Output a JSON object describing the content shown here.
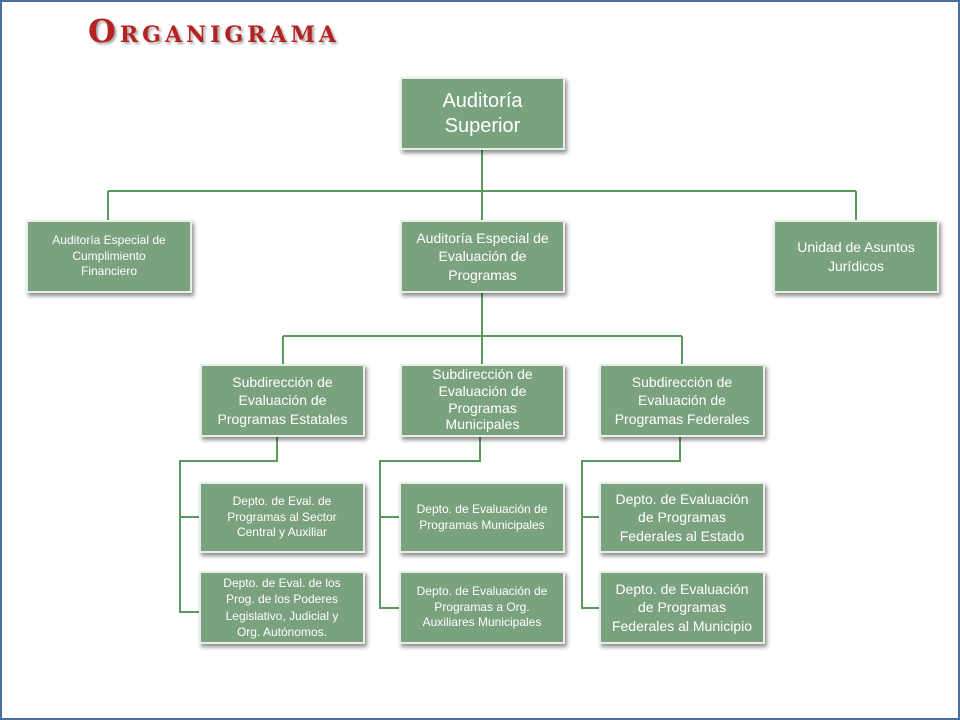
{
  "title": "Organigrama",
  "colors": {
    "box_fill": "#7ba27e",
    "line": "#5a9a5a",
    "title": "#b52222",
    "frame": "#4a6f9e"
  },
  "nodes": {
    "auditoria_superior": "Auditoría\nSuperior",
    "ae_cumplimiento": "Auditoría Especial de\nCumplimiento\nFinanciero",
    "ae_evaluacion": "Auditoría Especial de\nEvaluación de\nProgramas",
    "unidad_juridicos": "Unidad de Asuntos\nJurídicos",
    "sub_estatales": "Subdirección de\nEvaluación de\nProgramas Estatales",
    "sub_municipales": "Subdirección de\nEvaluación de\nProgramas\nMunicipales",
    "sub_federales": "Subdirección de\nEvaluación de\nProgramas Federales",
    "depto_sector_central": "Depto. de Eval. de\nProgramas al Sector\nCentral y Auxiliar",
    "depto_poderes": "Depto. de Eval. de los\nProg. de los Poderes\nLegislativo, Judicial y\nOrg. Autónomos.",
    "depto_prog_municipales": "Depto. de Evaluación de\nProgramas Municipales",
    "depto_org_auxiliares": "Depto. de Evaluación de\nProgramas a Org.\nAuxiliares Municipales",
    "depto_fed_estado": "Depto. de Evaluación\nde Programas\nFederales al Estado",
    "depto_fed_municipio": "Depto. de Evaluación\nde Programas\nFederales al Municipio"
  }
}
